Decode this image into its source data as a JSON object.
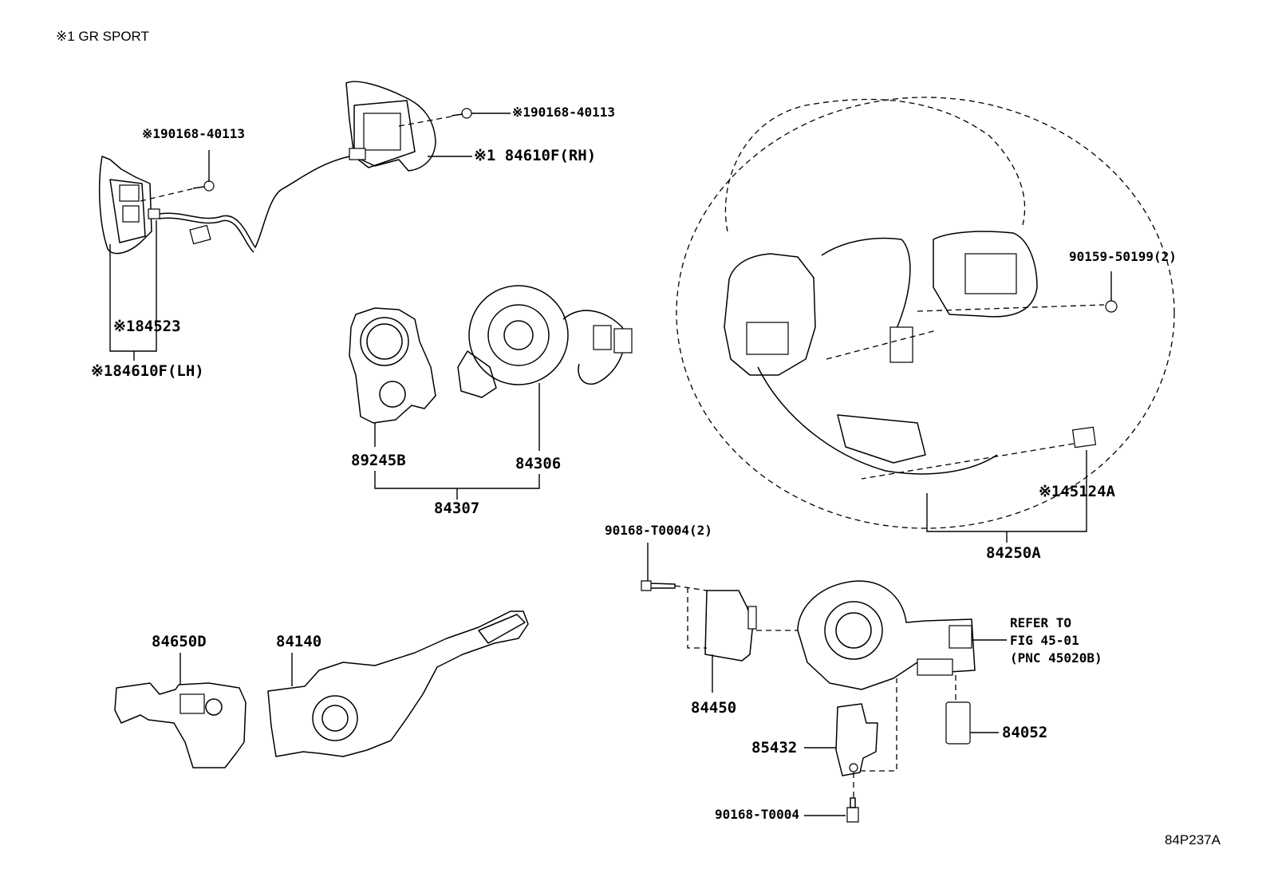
{
  "header": {
    "note": "※1 GR SPORT"
  },
  "footer": {
    "code": "84P237A"
  },
  "labels": {
    "screw_lh": "※190168-40113",
    "screw_rh": "※190168-40113",
    "switch_rh": "※1 84610F(RH)",
    "wire_84523": "※184523",
    "switch_lh": "※184610F(LH)",
    "sensor_89245b": "89245B",
    "spiral_84306": "84306",
    "assy_84307": "84307",
    "screw_90159": "90159-50199(2)",
    "ornament_45124a": "※145124A",
    "wheel_84250a": "84250A",
    "screw_t0004_2": "90168-T0004(2)",
    "switch_84450": "84450",
    "refer_line1": "REFER TO",
    "refer_line2": "FIG 45-01",
    "refer_line3": "(PNC 45020B)",
    "switch_84650d": "84650D",
    "switch_84140": "84140",
    "sensor_85432": "85432",
    "switch_84052": "84052",
    "screw_t0004": "90168-T0004"
  }
}
